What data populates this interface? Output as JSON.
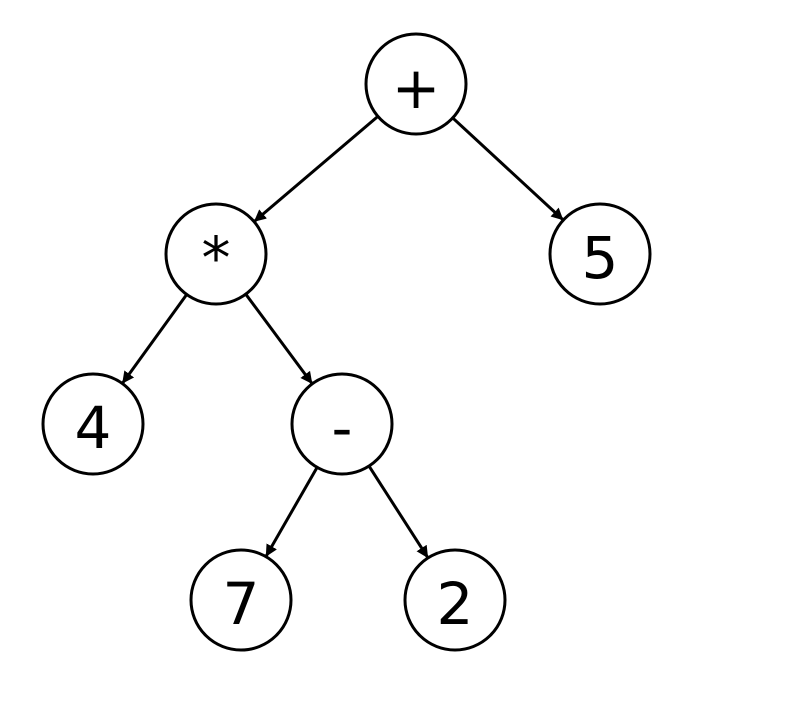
{
  "diagram": {
    "type": "expression-tree",
    "nodes": [
      {
        "id": "plus",
        "label": "+"
      },
      {
        "id": "times",
        "label": "*"
      },
      {
        "id": "five",
        "label": "5"
      },
      {
        "id": "four",
        "label": "4"
      },
      {
        "id": "minus",
        "label": "-"
      },
      {
        "id": "seven",
        "label": "7"
      },
      {
        "id": "two",
        "label": "2"
      }
    ],
    "edges": [
      {
        "from": "plus",
        "to": "times"
      },
      {
        "from": "plus",
        "to": "five"
      },
      {
        "from": "times",
        "to": "four"
      },
      {
        "from": "times",
        "to": "minus"
      },
      {
        "from": "minus",
        "to": "seven"
      },
      {
        "from": "minus",
        "to": "two"
      }
    ],
    "colors": {
      "stroke": "#000000",
      "fill": "#ffffff",
      "text": "#000000"
    }
  }
}
